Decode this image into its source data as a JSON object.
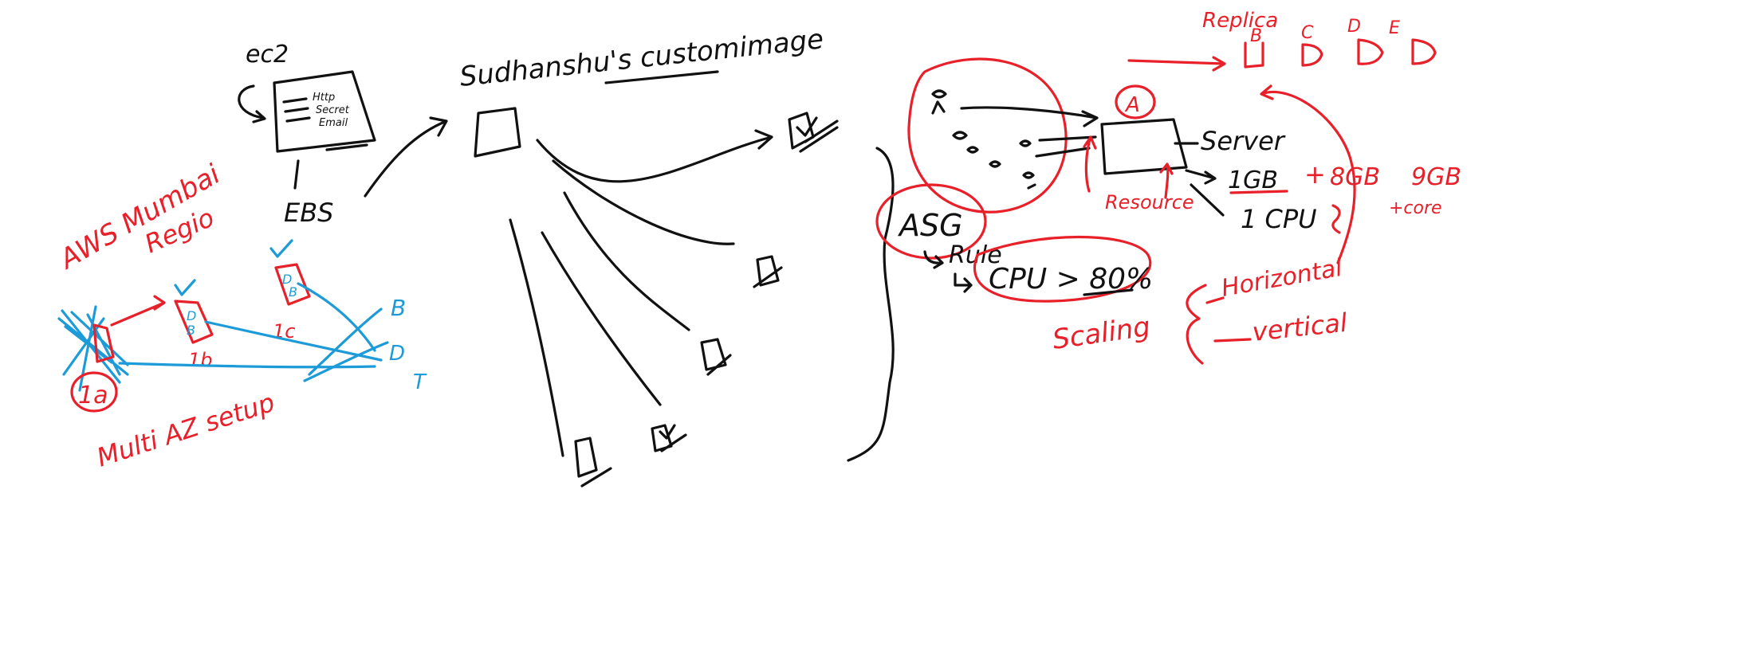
{
  "colors": {
    "ink_black": "#111111",
    "ink_red": "#e8202a",
    "ink_blue": "#1d9bd8",
    "background": "#ffffff"
  },
  "left_section": {
    "ec2_label": "ec2",
    "box_lines": [
      "Http",
      "Secret",
      "Email"
    ],
    "ebs_label": "EBS",
    "region_label_line1": "AWS Mumbai",
    "region_label_line2": "Regio",
    "az_labels": [
      "1a",
      "1b",
      "1c"
    ],
    "db_letters": [
      "D",
      "B"
    ],
    "multi_az_label": "Multi AZ setup",
    "blue_b_label": "B",
    "blue_d_label": "D",
    "blue_t_label": "T"
  },
  "middle_section": {
    "custom_image_label": "Sudhanshu's customimage"
  },
  "right_section": {
    "replica_label": "Replica",
    "replica_letters": [
      "B",
      "C",
      "D",
      "E"
    ],
    "az_marker": "A",
    "server_label": "Server",
    "spec_ram": "1GB",
    "spec_plus": "+",
    "spec_add_ram": "8GB",
    "spec_total": "9GB",
    "spec_cpu": "1 CPU",
    "spec_core": "+core",
    "resource_label": "Resource",
    "asg_label": "ASG",
    "rule_label": "Rule",
    "rule_condition": "CPU > 80%",
    "scaling_label": "Scaling",
    "horizontal_label": "Horizontal",
    "vertical_label": "vertical"
  }
}
